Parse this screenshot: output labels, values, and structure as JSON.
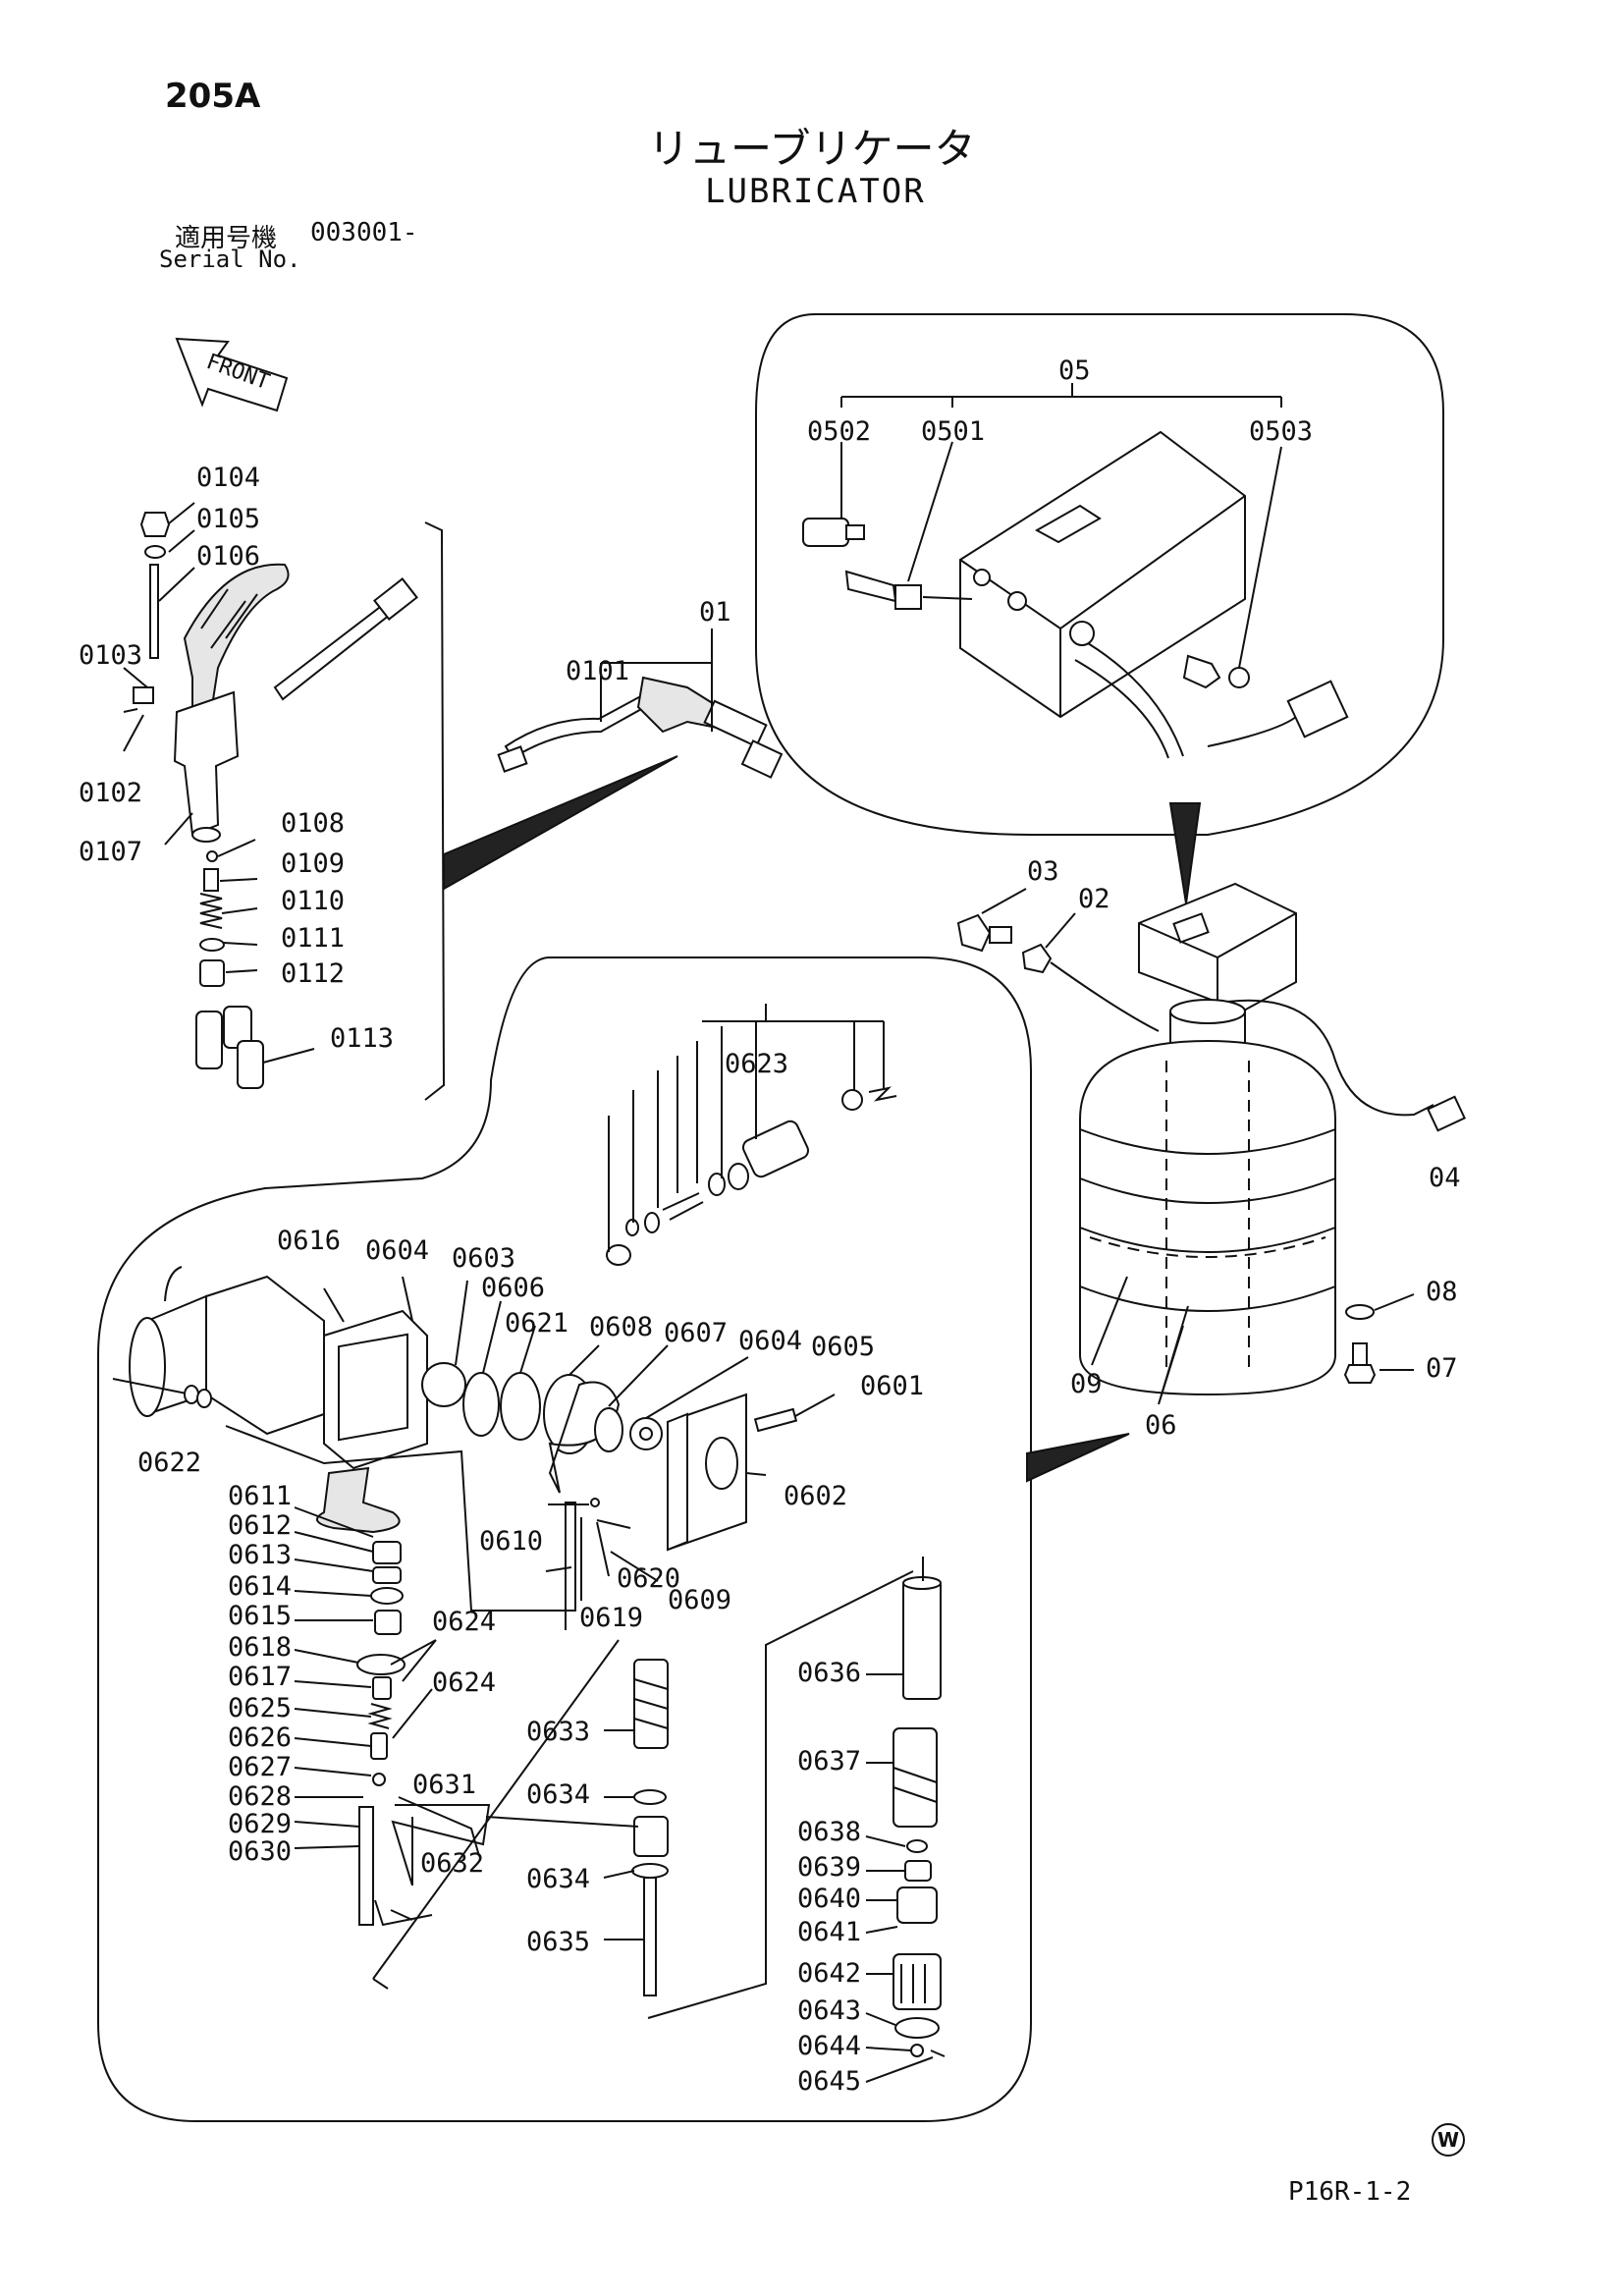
{
  "header": {
    "page_number": "205A",
    "title_jp": "リューブリケータ",
    "title_en": "LUBRICATOR",
    "serial_label_jp": "適用号機",
    "serial_value": "003001-",
    "serial_label_en": "Serial No."
  },
  "footer": {
    "code": "P16R-1-2",
    "mark": "W"
  },
  "icons": {
    "front_arrow": "front-arrow-icon",
    "front_text": "FRONT"
  },
  "parts": {
    "p0104": "0104",
    "p0105": "0105",
    "p0106": "0106",
    "p0103": "0103",
    "p0102": "0102",
    "p0107": "0107",
    "p0108": "0108",
    "p0109": "0109",
    "p0110": "0110",
    "p0111": "0111",
    "p0112": "0112",
    "p0113": "0113",
    "p01": "01",
    "p0101": "0101",
    "p05": "05",
    "p0502": "0502",
    "p0501": "0501",
    "p0503": "0503",
    "p03": "03",
    "p02": "02",
    "p04": "04",
    "p08": "08",
    "p07": "07",
    "p09": "09",
    "p06": "06",
    "p0623": "0623",
    "p0616": "0616",
    "p0604a": "0604",
    "p0603": "0603",
    "p0606": "0606",
    "p0621": "0621",
    "p0608": "0608",
    "p0607": "0607",
    "p0604b": "0604",
    "p0605": "0605",
    "p0601": "0601",
    "p0622": "0622",
    "p0602": "0602",
    "p0611": "0611",
    "p0612": "0612",
    "p0613": "0613",
    "p0614": "0614",
    "p0615": "0615",
    "p0618": "0618",
    "p0617": "0617",
    "p0625": "0625",
    "p0626": "0626",
    "p0627": "0627",
    "p0628": "0628",
    "p0629": "0629",
    "p0630": "0630",
    "p0610": "0610",
    "p0620": "0620",
    "p0609": "0609",
    "p0619": "0619",
    "p0624a": "0624",
    "p0624b": "0624",
    "p0631": "0631",
    "p0632": "0632",
    "p0633": "0633",
    "p0634a": "0634",
    "p0634b": "0634",
    "p0635": "0635",
    "p0636": "0636",
    "p0637": "0637",
    "p0638": "0638",
    "p0639": "0639",
    "p0640": "0640",
    "p0641": "0641",
    "p0642": "0642",
    "p0643": "0643",
    "p0644": "0644",
    "p0645": "0645"
  }
}
